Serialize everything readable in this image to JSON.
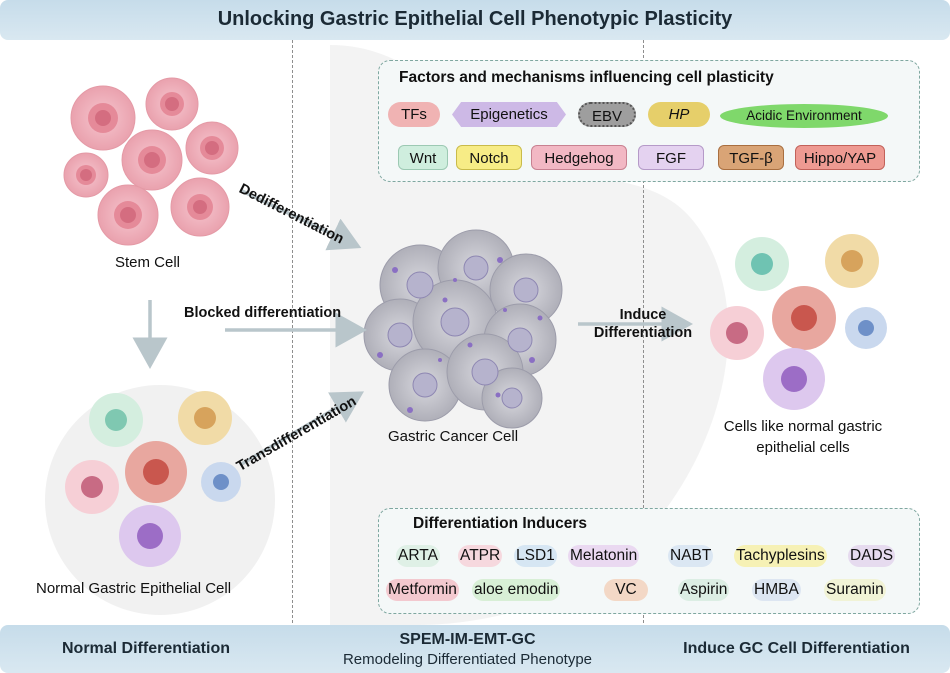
{
  "title": "Unlocking Gastric Epithelial Cell Phenotypic Plasticity",
  "factors_box": {
    "title": "Factors and mechanisms influencing cell plasticity",
    "row1": [
      {
        "label": "TFs",
        "color": "#f0b3b3",
        "shape": "pill"
      },
      {
        "label": "Epigenetics",
        "color": "#cdb9e6",
        "shape": "hexagon"
      },
      {
        "label": "EBV",
        "color": "#9e9e9e",
        "shape": "spiky"
      },
      {
        "label": "HP",
        "color": "#e6cf6a",
        "shape": "bacterium"
      },
      {
        "label": "Acidic Environment",
        "color": "#7fd86b",
        "shape": "ellipse"
      }
    ],
    "row2": [
      {
        "label": "Wnt",
        "color": "#cfeede"
      },
      {
        "label": "Notch",
        "color": "#f7ec86"
      },
      {
        "label": "Hedgehog",
        "color": "#f2b8c4"
      },
      {
        "label": "FGF",
        "color": "#e4d2f0"
      },
      {
        "label": "TGF-β",
        "color": "#d9a476"
      },
      {
        "label": "Hippo/YAP",
        "color": "#ee9a92"
      }
    ]
  },
  "left": {
    "stem_label": "Stem Cell",
    "normal_label": "Normal Gastric Epithelial Cell"
  },
  "arrows": {
    "dedifferentiation": "Dedifferentiation",
    "blocked": "Blocked differentiation",
    "transdifferentiation": "Transdifferentiation",
    "induce": "Induce Differentiation"
  },
  "center": {
    "cancer_label": "Gastric Cancer Cell"
  },
  "right": {
    "cells_label": "Cells like normal gastric epithelial cells"
  },
  "inducers_box": {
    "title": "Differentiation Inducers",
    "row1": [
      {
        "label": "ARTA",
        "color": "#dff0e6"
      },
      {
        "label": "ATPR",
        "color": "#f6d8de"
      },
      {
        "label": "LSD1",
        "color": "#d6e6f3"
      },
      {
        "label": "Melatonin",
        "color": "#ead9f1"
      },
      {
        "label": "NABT",
        "color": "#dbe7f3"
      },
      {
        "label": "Tachyplesins",
        "color": "#f6f1b5"
      },
      {
        "label": "DADS",
        "color": "#e6dbef"
      }
    ],
    "row2": [
      {
        "label": "Metformin",
        "color": "#f3c9cf"
      },
      {
        "label": "aloe emodin",
        "color": "#d8efd6"
      },
      {
        "label": "VC",
        "color": "#f3d8c6"
      },
      {
        "label": "Aspirin",
        "color": "#dceee4"
      },
      {
        "label": "HMBA",
        "color": "#dde6f2"
      },
      {
        "label": "Suramin",
        "color": "#f1f3d6"
      }
    ]
  },
  "bottom": {
    "left": "Normal Differentiation",
    "mid_title": "SPEM-IM-EMT-GC",
    "mid_sub": "Remodeling Differentiated Phenotype",
    "right": "Induce GC Cell Differentiation"
  }
}
